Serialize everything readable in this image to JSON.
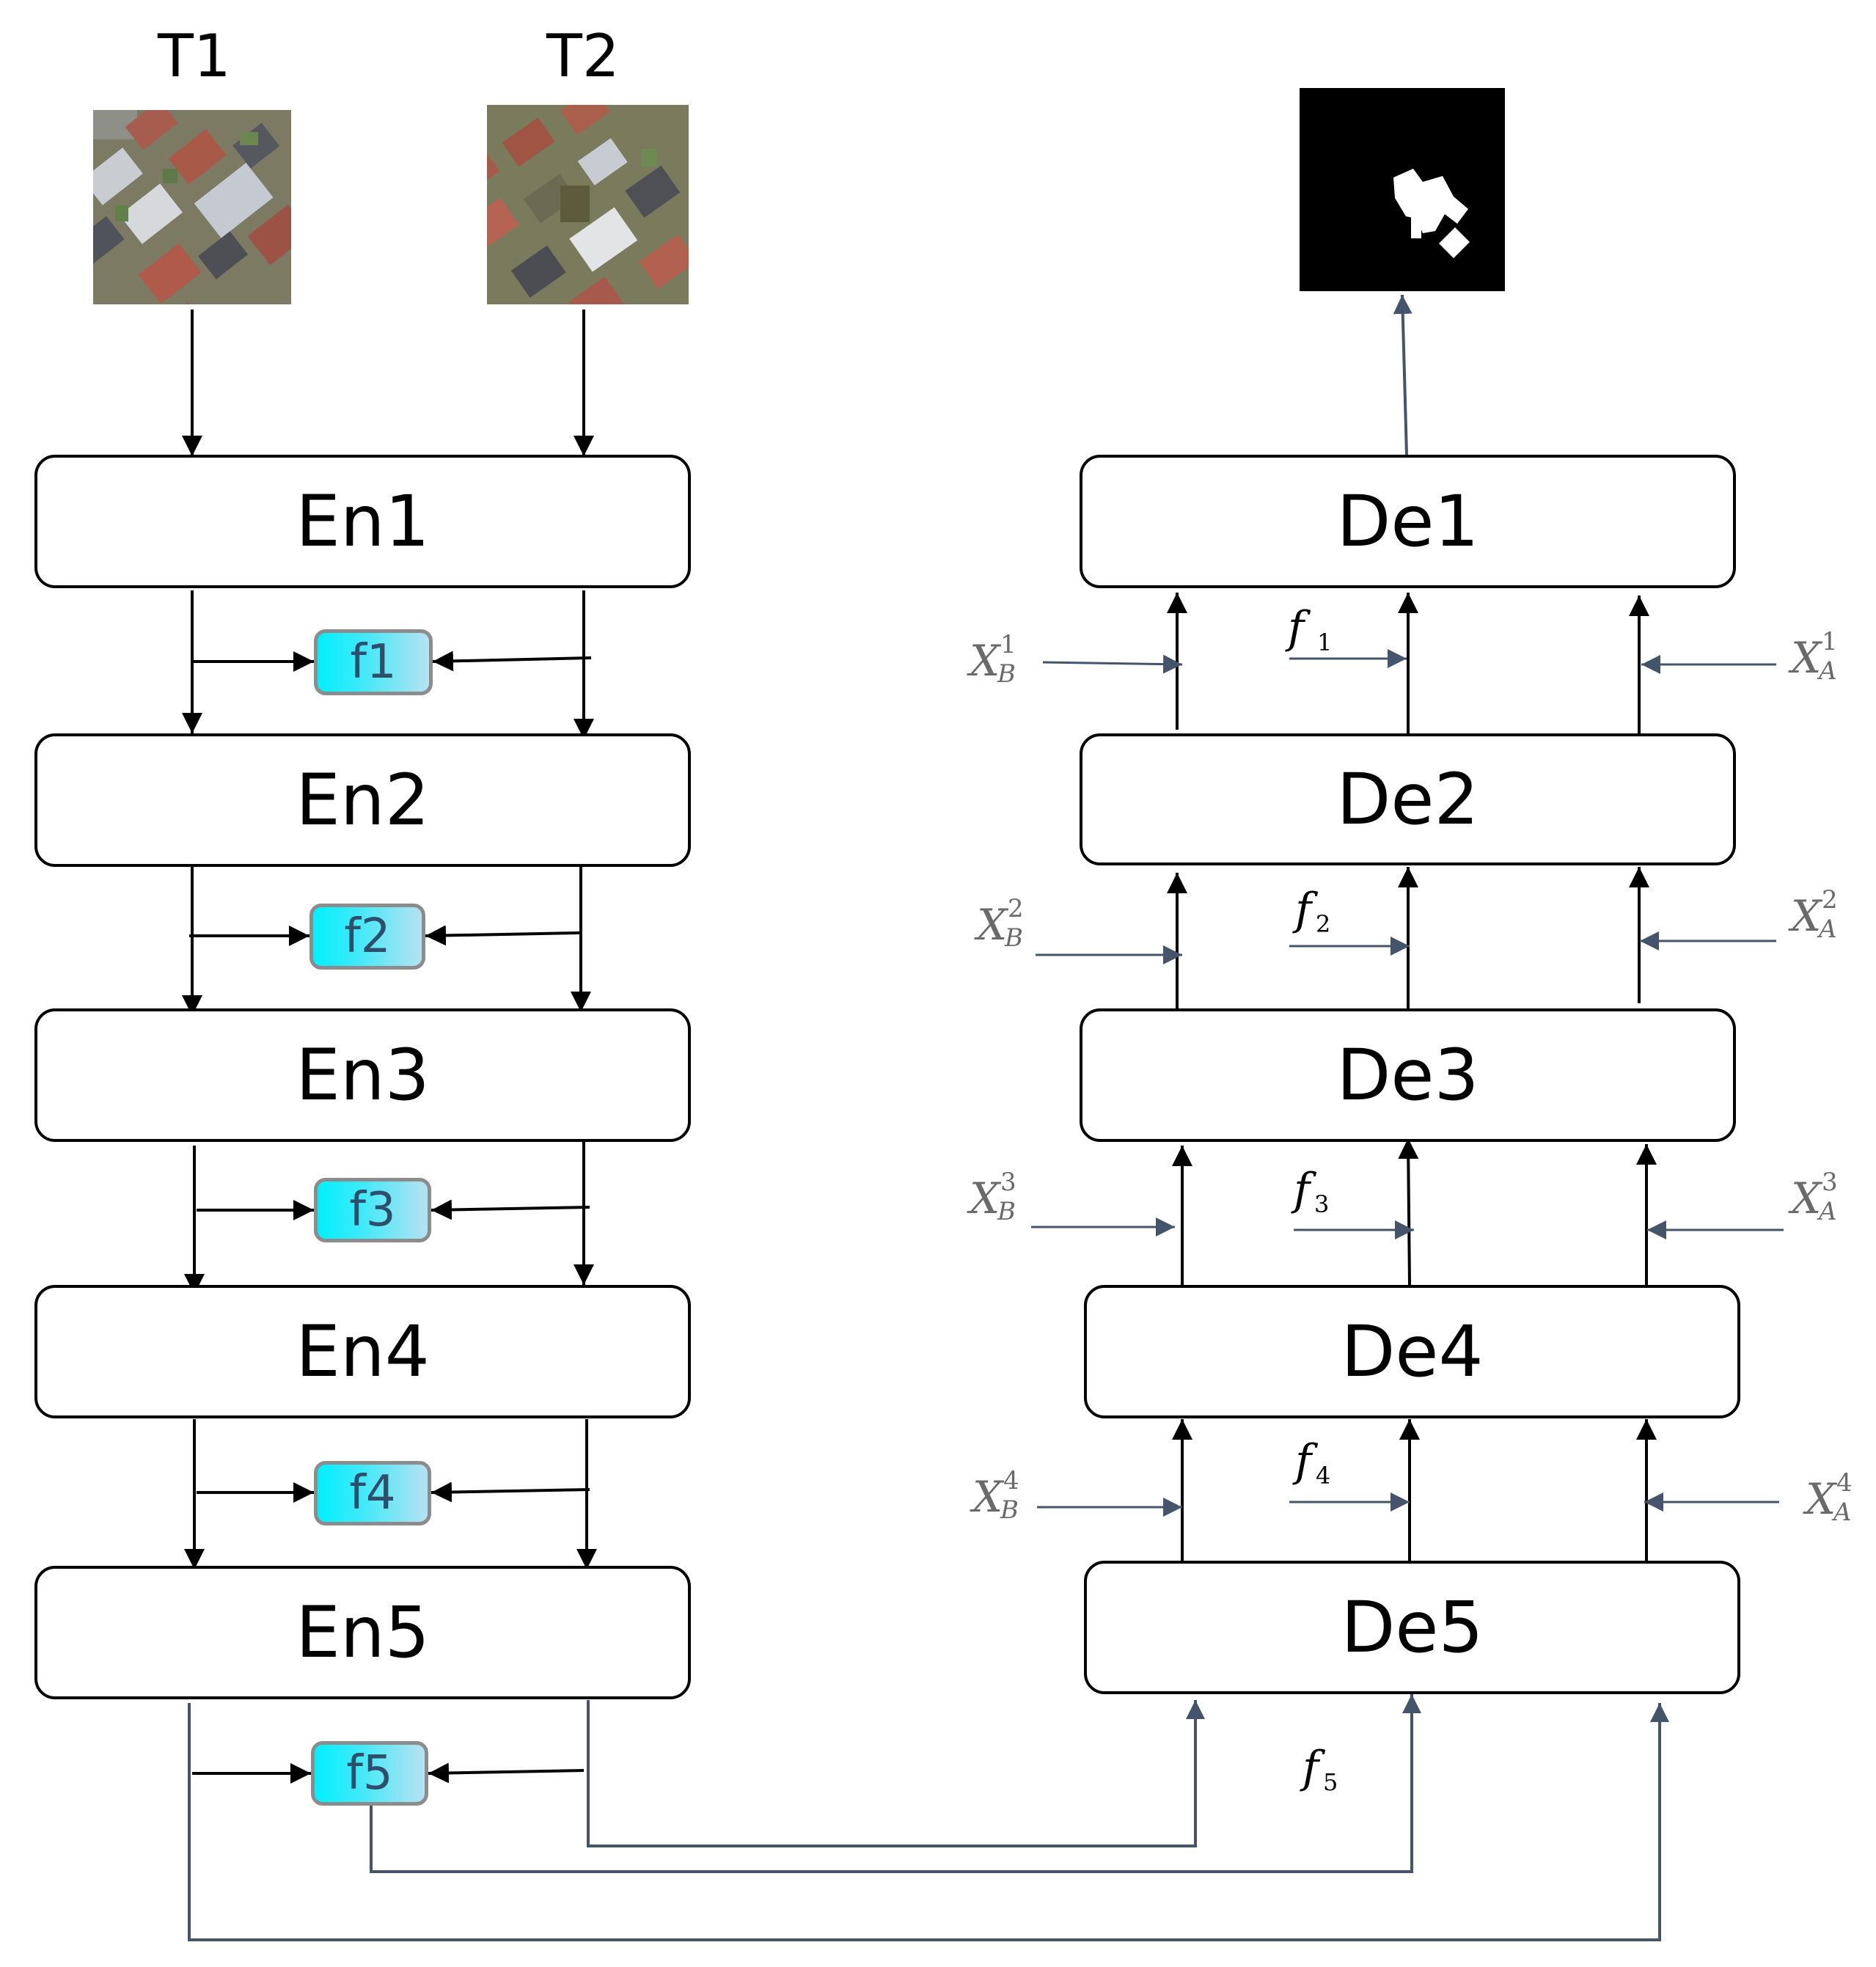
{
  "inputs": {
    "t1_label": "T1",
    "t2_label": "T2"
  },
  "encoder": [
    "En1",
    "En2",
    "En3",
    "En4",
    "En5"
  ],
  "fusion": [
    "f1",
    "f2",
    "f3",
    "f4",
    "f5"
  ],
  "decoder": [
    "De1",
    "De2",
    "De3",
    "De4",
    "De5"
  ],
  "decoder_feature_labels": [
    {
      "base": "f",
      "sub": "1"
    },
    {
      "base": "f",
      "sub": "2"
    },
    {
      "base": "f",
      "sub": "3"
    },
    {
      "base": "f",
      "sub": "4"
    },
    {
      "base": "f",
      "sub": "5"
    }
  ],
  "side_inputs_b": [
    {
      "base": "X",
      "sub": "B",
      "sup": "1"
    },
    {
      "base": "X",
      "sub": "B",
      "sup": "2"
    },
    {
      "base": "X",
      "sub": "B",
      "sup": "3"
    },
    {
      "base": "X",
      "sub": "B",
      "sup": "4"
    }
  ],
  "side_inputs_a": [
    {
      "base": "X",
      "sub": "A",
      "sup": "1"
    },
    {
      "base": "X",
      "sub": "A",
      "sup": "2"
    },
    {
      "base": "X",
      "sub": "A",
      "sup": "3"
    },
    {
      "base": "X",
      "sub": "A",
      "sup": "4"
    }
  ],
  "colors": {
    "black_arrow": "#000000",
    "slate_arrow": "#44546a",
    "fusion_border": "#8c8c8c"
  }
}
